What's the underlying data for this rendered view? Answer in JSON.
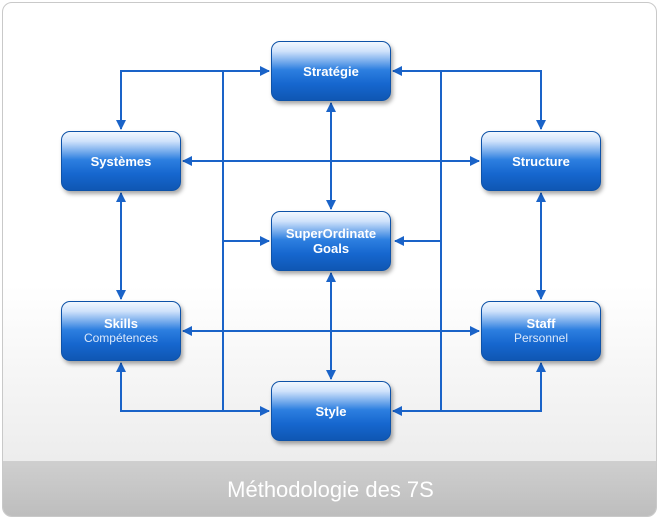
{
  "nodes": {
    "strategie": {
      "title": "Stratégie"
    },
    "systemes": {
      "title": "Systèmes"
    },
    "structure": {
      "title": "Structure"
    },
    "goals": {
      "title_line1": "SuperOrdinate",
      "title_line2": "Goals"
    },
    "skills": {
      "title": "Skills",
      "subtitle": "Compétences"
    },
    "staff": {
      "title": "Staff",
      "subtitle": "Personnel"
    },
    "style": {
      "title": "Style"
    }
  },
  "footer": {
    "title": "Méthodologie des 7S"
  },
  "colors": {
    "node_blue": "#1667cf",
    "connector": "#1a63c8",
    "footer_gray": "#c6c6c6"
  }
}
